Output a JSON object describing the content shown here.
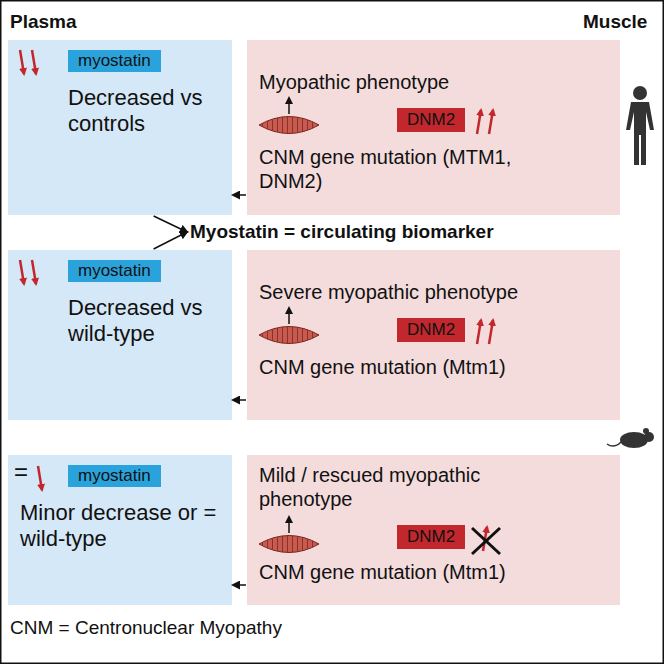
{
  "diagram": {
    "nodes": [
      {
        "text": [
          "Decreased vs controls"
        ]
      },
      {
        "text": [
          "myostatin"
        ],
        "in": 0
      },
      {
        "text": [
          "Myopathic phenotype",
          "CNM gene mutation (MTM1, DNM2)"
        ]
      },
      {
        "text": [
          "DNM2"
        ],
        "in": 2
      },
      {
        "text": [
          "Myostatin = circulating biomarker"
        ]
      },
      {
        "text": [
          "Decreased vs wild-type"
        ]
      },
      {
        "text": [
          "myostatin"
        ],
        "in": 5
      },
      {
        "text": [
          "Severe myopathic phenotype",
          "CNM gene mutation (Mtm1)"
        ]
      },
      {
        "text": [
          "DNM2"
        ],
        "in": 7
      },
      {
        "text": [
          "Minor decrease or = wild-type"
        ]
      },
      {
        "text": [
          "myostatin"
        ],
        "in": 9
      },
      {
        "text": [
          "Mild / rescued myopathic phenotype",
          "CNM gene mutation (Mtm1)"
        ]
      },
      {
        "text": [
          "DNM2"
        ],
        "in": 11
      }
    ],
    "edges": [
      {
        "from": 2,
        "to": 0,
        "arrow": "to"
      },
      {
        "from": 0,
        "to": 4,
        "arrow": "to"
      },
      {
        "from": 5,
        "to": 4,
        "arrow": "to"
      },
      {
        "from": 7,
        "to": 5,
        "arrow": "to"
      },
      {
        "from": 11,
        "to": 9,
        "arrow": "to"
      }
    ],
    "labels": [
      "Plasma",
      "Muscle",
      "=",
      "CNM = Centronuclear Myopathy"
    ]
  }
}
